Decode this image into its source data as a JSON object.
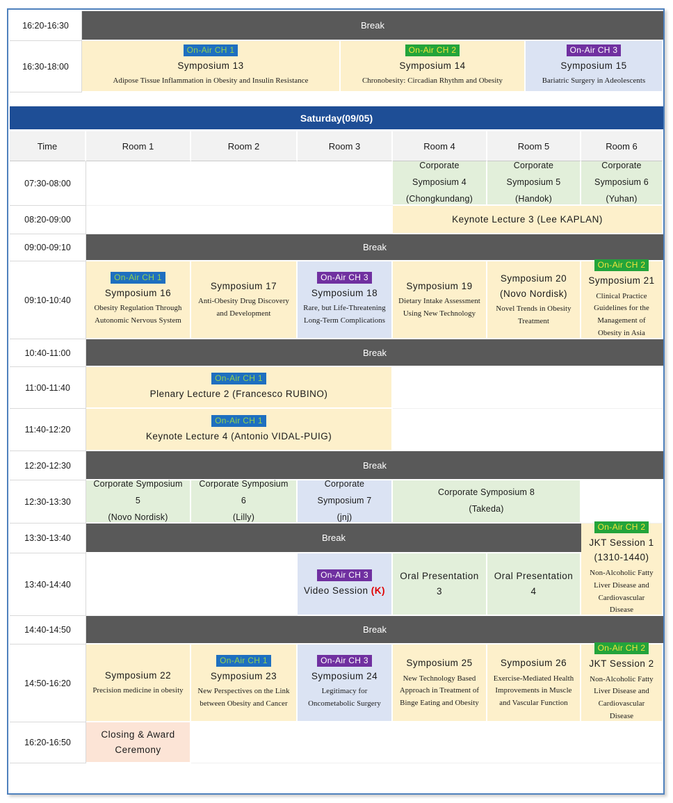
{
  "colors": {
    "day_header_bg": "#1e4e96",
    "break_bg": "#595959",
    "session_yellow": "#fdf0cb",
    "session_green": "#e2efda",
    "session_lavender": "#dbe3f3",
    "session_peach": "#fce4d6",
    "col_header_bg": "#f2f2f2",
    "outer_border": "#4f81bd",
    "ch1_badge_bg": "#1e6fc0",
    "ch1_badge_text": "#92d14f",
    "ch2_badge_bg": "#23a43b",
    "ch2_badge_text": "#f2e43c",
    "ch3_badge_bg": "#7030a0",
    "ch3_badge_text": "#ffffff",
    "k_flag_text": "#e00000"
  },
  "friday": {
    "rows": {
      "break1620": {
        "time": "16:20-16:30",
        "label": "Break"
      },
      "s1630": {
        "time": "16:30-18:00",
        "cells": [
          {
            "badge": "On-Air CH 1",
            "title": "Symposium 13",
            "subtitle": "Adipose Tissue Inflammation in Obesity and Insulin Resistance"
          },
          {
            "badge": "On-Air CH 2",
            "title": "Symposium 14",
            "subtitle": "Chronobesity: Circadian Rhythm and Obesity"
          },
          {
            "badge": "On-Air CH 3",
            "title": "Symposium 15",
            "subtitle": "Bariatric Surgery in Adeolescents"
          }
        ]
      }
    }
  },
  "saturday": {
    "title": "Saturday(09/05)",
    "columns": [
      "Time",
      "Room 1",
      "Room 2",
      "Room 3",
      "Room 4",
      "Room 5",
      "Room 6"
    ],
    "rows": {
      "t0730": {
        "time": "07:30-08:00",
        "cells": [
          {
            "title": "Corporate Symposium 4",
            "title2": "(Chongkundang)"
          },
          {
            "title": "Corporate Symposium 5",
            "title2": "(Handok)"
          },
          {
            "title": "Corporate Symposium 6",
            "title2": "(Yuhan)"
          }
        ]
      },
      "t0820": {
        "time": "08:20-09:00",
        "title": "Keynote Lecture 3 (Lee KAPLAN)"
      },
      "t0900": {
        "time": "09:00-09:10",
        "label": "Break"
      },
      "t0910": {
        "time": "09:10-10:40",
        "cells": [
          {
            "badge": "On-Air CH 1",
            "title": "Symposium 16",
            "subtitle": "Obesity Regulation Through Autonomic Nervous System"
          },
          {
            "title": "Symposium 17",
            "subtitle": "Anti-Obesity Drug Discovery and Development"
          },
          {
            "badge": "On-Air CH 3",
            "title": "Symposium 18",
            "subtitle": "Rare, but Life-Threatening Long-Term Complications"
          },
          {
            "title": "Symposium 19",
            "subtitle": "Dietary Intake Assessment Using New Technology"
          },
          {
            "title": "Symposium 20",
            "title2": "(Novo Nordisk)",
            "subtitle": "Novel Trends in Obesity Treatment"
          },
          {
            "badge": "On-Air CH 2",
            "title": "Symposium 21",
            "subtitle": "Clinical Practice Guidelines for the Management of Obesity in Asia"
          }
        ]
      },
      "t1040": {
        "time": "10:40-11:00",
        "label": "Break"
      },
      "t1100": {
        "time": "11:00-11:40",
        "badge": "On-Air CH 1",
        "title": "Plenary Lecture 2 (Francesco RUBINO)"
      },
      "t1140": {
        "time": "11:40-12:20",
        "badge": "On-Air CH 1",
        "title": "Keynote Lecture 4 (Antonio VIDAL-PUIG)"
      },
      "t1220": {
        "time": "12:20-12:30",
        "label": "Break"
      },
      "t1230": {
        "time": "12:30-13:30",
        "cells": [
          {
            "title": "Corporate Symposium 5",
            "title2": "(Novo Nordisk)"
          },
          {
            "title": "Corporate Symposium 6",
            "title2": "(Lilly)"
          },
          {
            "title": "Corporate Symposium 7",
            "title2": "(jnj)"
          },
          {
            "title": "Corporate Symposium 8",
            "title2": "(Takeda)"
          }
        ]
      },
      "t1330": {
        "time": "13:30-13:40",
        "label": "Break",
        "jkt": {
          "badge": "On-Air CH 2",
          "title": "JKT Session 1 (1310-1440)",
          "subtitle": "Non-Alcoholic Fatty Liver Disease and Cardiovascular Disease"
        }
      },
      "t1340": {
        "time": "13:40-14:40",
        "cells": [
          {
            "badge": "On-Air CH 3",
            "title": "Video Session",
            "title_suffix": "(K)"
          },
          {
            "title": "Oral Presentation 3"
          },
          {
            "title": "Oral Presentation 4"
          }
        ]
      },
      "t1440": {
        "time": "14:40-14:50",
        "label": "Break"
      },
      "t1450": {
        "time": "14:50-16:20",
        "cells": [
          {
            "title": "Symposium 22",
            "subtitle": "Precision medicine in obesity"
          },
          {
            "badge": "On-Air CH 1",
            "title": "Symposium 23",
            "subtitle": "New Perspectives on the Link between Obesity and Cancer"
          },
          {
            "badge": "On-Air CH 3",
            "title": "Symposium 24",
            "subtitle": "Legitimacy for Oncometabolic Surgery"
          },
          {
            "title": "Symposium 25",
            "subtitle": "New Technology Based Approach in Treatment of Binge Eating and Obesity"
          },
          {
            "title": "Symposium 26",
            "subtitle": "Exercise-Mediated Health Improvements in Muscle and Vascular Function"
          },
          {
            "badge": "On-Air CH 2",
            "title": "JKT Session 2",
            "subtitle": "Non-Alcoholic Fatty Liver Disease and Cardiovascular Disease"
          }
        ]
      },
      "t1620": {
        "time": "16:20-16:50",
        "title": "Closing & Award Ceremony"
      }
    }
  }
}
